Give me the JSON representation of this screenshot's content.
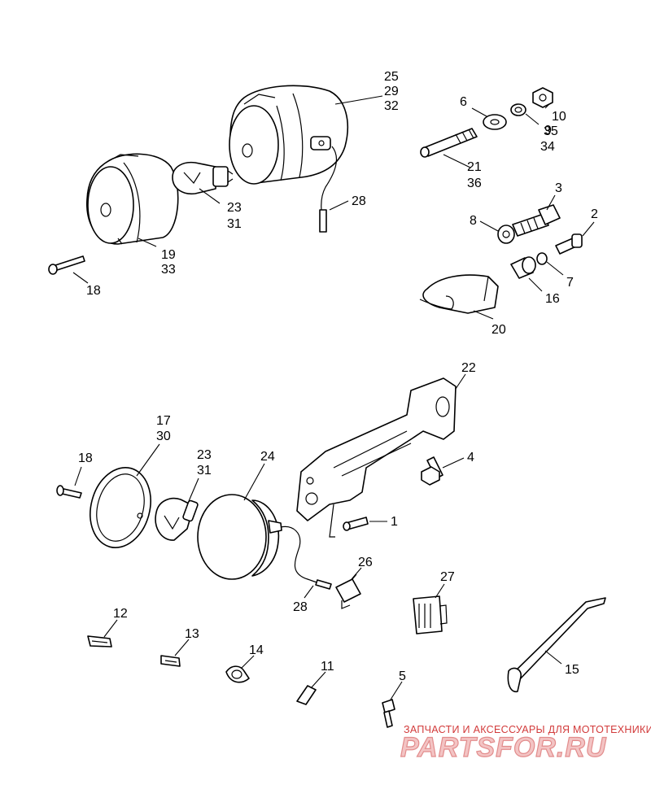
{
  "callouts": {
    "c25": "25",
    "c29": "29",
    "c32": "32",
    "c6": "6",
    "c9": "9",
    "c34": "34",
    "c10": "10",
    "c35": "35",
    "c21": "21",
    "c36": "36",
    "c28a": "28",
    "c23a": "23",
    "c31a": "31",
    "c19": "19",
    "c33": "33",
    "c18a": "18",
    "c3": "3",
    "c8": "8",
    "c2": "2",
    "c7": "7",
    "c16": "16",
    "c20": "20",
    "c22": "22",
    "c17": "17",
    "c30": "30",
    "c18b": "18",
    "c23b": "23",
    "c31b": "31",
    "c24": "24",
    "c4": "4",
    "c1": "1",
    "c26": "26",
    "c28b": "28",
    "c27": "27",
    "c12": "12",
    "c13": "13",
    "c14": "14",
    "c11": "11",
    "c5": "5",
    "c15": "15"
  },
  "watermark": {
    "tagline": "ЗАПЧАСТИ И АКСЕССУАРЫ ДЛЯ МОТОТЕХНИКИ",
    "logo": "PARTSFOR.RU"
  },
  "colors": {
    "line": "#000000",
    "watermark": "#d23a3a",
    "logo_fill": "#f3c4c4"
  }
}
